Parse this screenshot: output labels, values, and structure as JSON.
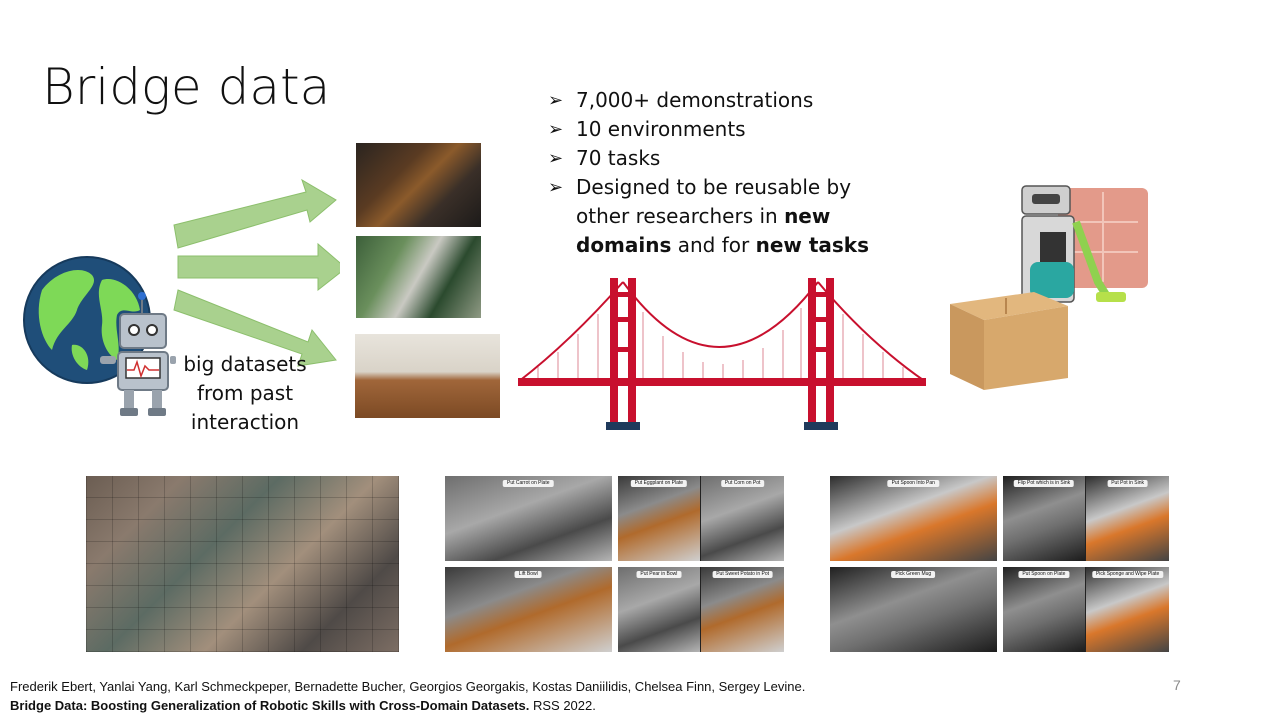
{
  "slide": {
    "title": "Bridge data",
    "bullets": [
      {
        "marker": "➢",
        "text": "7,000+ demonstrations"
      },
      {
        "marker": "➢",
        "text": "10 environments"
      },
      {
        "marker": "➢",
        "text": "70 tasks"
      }
    ],
    "bullet4": {
      "marker": "➢",
      "text_a": "Designed to be reusable by other researchers in ",
      "bold_a": "new domains",
      "text_b": " and for ",
      "bold_b": "new tasks"
    },
    "caption_lines": [
      "big datasets",
      "from past",
      "interaction"
    ],
    "page_number": "7",
    "citation": {
      "authors": "Frederik Ebert, Yanlai Yang, Karl Schmeckpeper, Bernadette Bucher, Georgios Georgakis, Kostas Daniilidis, Chelsea Finn, Sergey Levine.",
      "paper_title": "Bridge Data: Boosting Generalization of Robotic Skills with Cross-Domain Datasets.",
      "venue": " RSS 2022."
    },
    "task_labels_a": [
      "Put Carrot on Plate",
      "Put Eggplant on Plate",
      "Put Corn on Pot",
      "Lift Bowl",
      "Put Pear in Bowl",
      "Put Sweet Potato in Pot"
    ],
    "task_labels_b": [
      "Put Spoon Into Pan",
      "Flip Pot which is in Sink",
      "Put Pot in Sink",
      "Pick Green Mug",
      "Put Spoon on Plate",
      "Pick Sponge and Wipe Plate"
    ],
    "colors": {
      "arrow_green": "#a9d18e",
      "bridge_red": "#c8102e",
      "globe_blue": "#1f4e79",
      "globe_green": "#7ed957"
    },
    "icons": [
      "globe-icon",
      "robot-icon",
      "bridge-icon",
      "cardboard-box-icon",
      "home-robot-icon",
      "vacuum-icon"
    ]
  }
}
